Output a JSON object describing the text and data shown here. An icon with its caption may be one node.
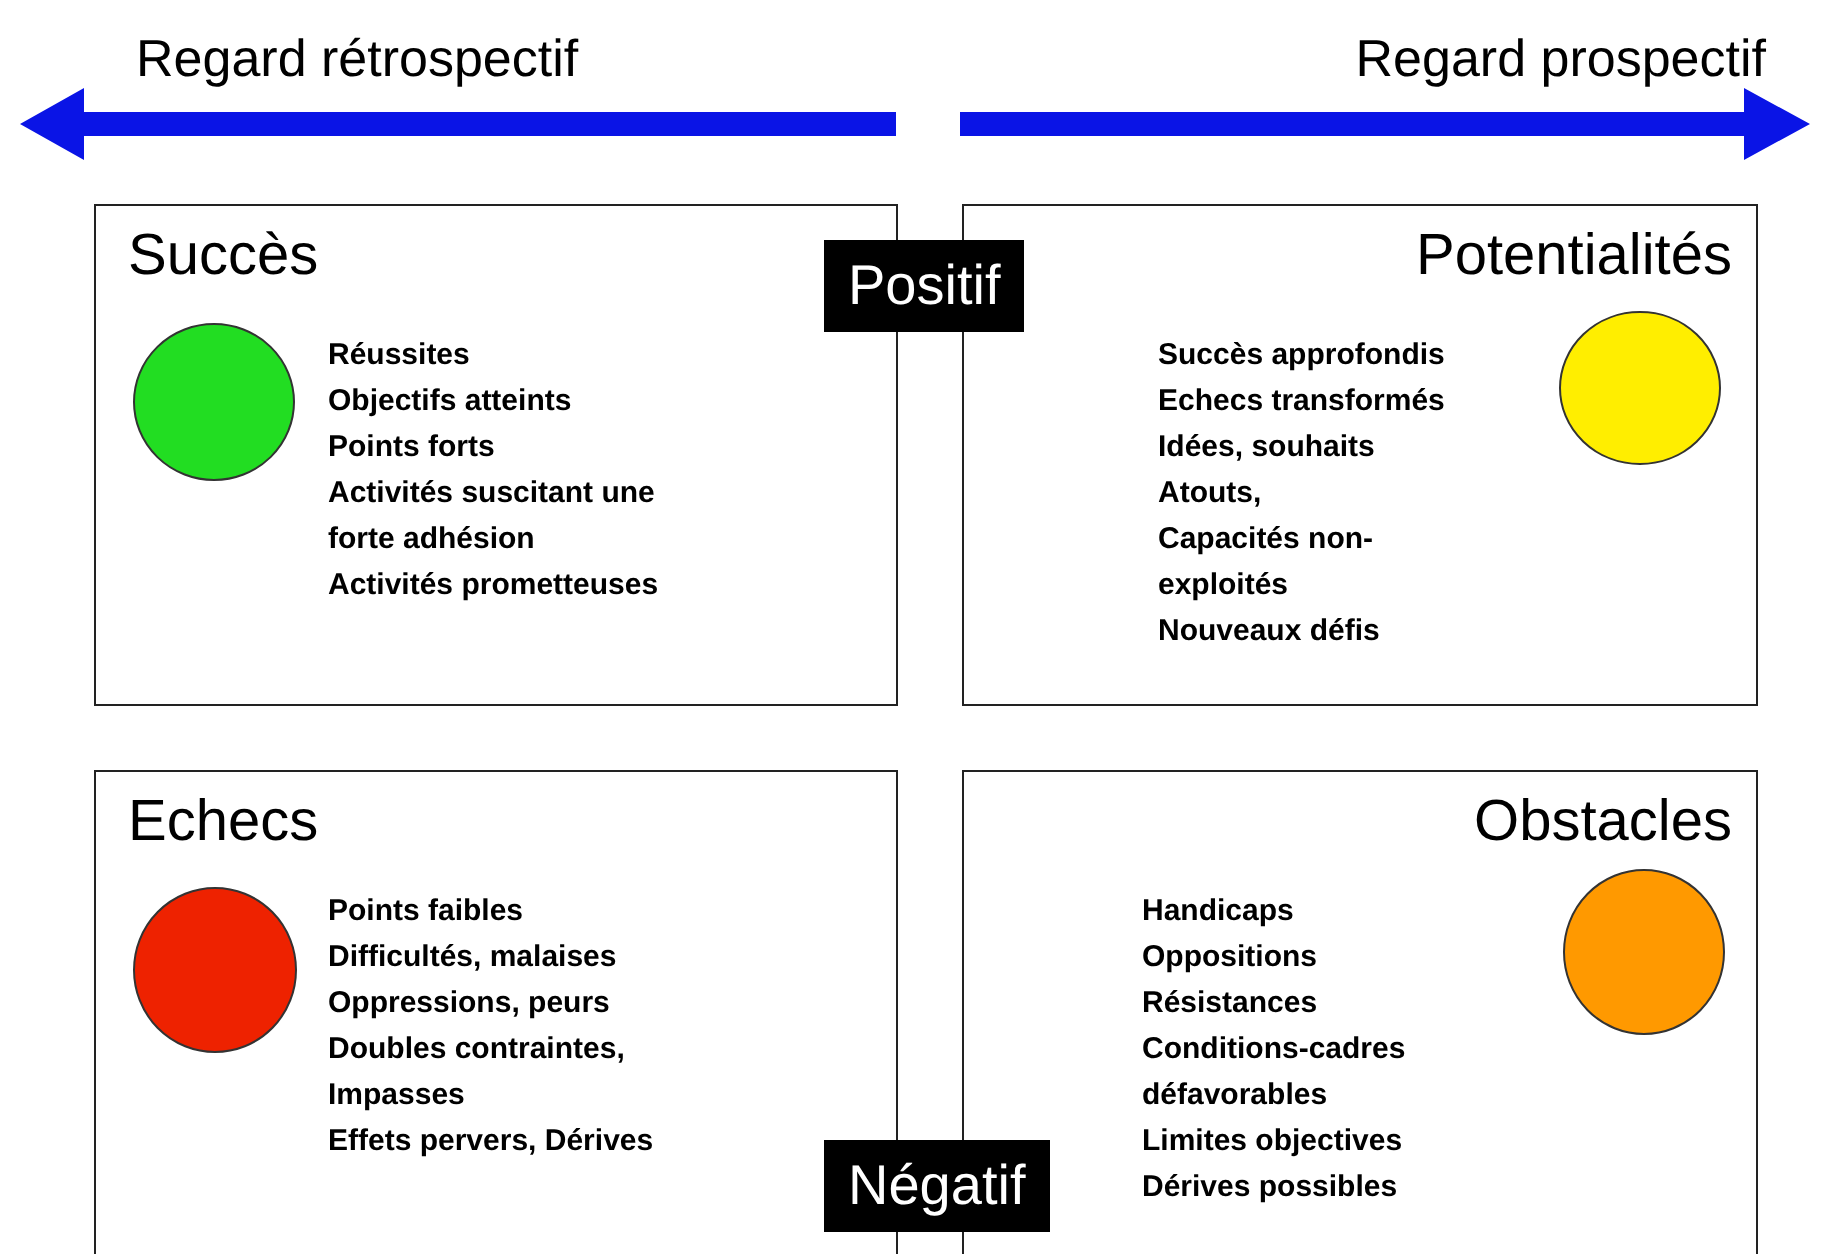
{
  "diagram": {
    "nodes": [
      {
        "text": [
          "Succès",
          "Réussites",
          "Objectifs atteints",
          "Points forts",
          "Activités suscitant une forte adhésion",
          "Activités prometteuses"
        ]
      },
      {
        "text": [],
        "shape": "circle",
        "in": 0
      },
      {
        "text": [
          "Positif"
        ]
      },
      {
        "text": [
          "Potentialités",
          "Succès approfondis",
          "Echecs transformés",
          "Idées, souhaits",
          "Atouts,",
          "Capacités non-exploités",
          "Nouveaux défis"
        ]
      },
      {
        "text": [],
        "shape": "circle",
        "in": 3
      },
      {
        "text": [
          "Echecs",
          "Points faibles",
          "Difficultés, malaises",
          "Oppressions, peurs",
          "Doubles contraintes, Impasses",
          "Effets pervers, Dérives"
        ]
      },
      {
        "text": [],
        "shape": "circle",
        "in": 5
      },
      {
        "text": [
          "Négatif"
        ]
      },
      {
        "text": [
          "Obstacles",
          "Handicaps",
          "Oppositions",
          "Résistances",
          "Conditions-cadres défavorables",
          "Limites objectives",
          "Dérives possibles"
        ]
      },
      {
        "text": [],
        "shape": "circle",
        "in": 8
      }
    ],
    "labels": [
      "Regard rétrospectif",
      "Regard prospectif"
    ]
  }
}
